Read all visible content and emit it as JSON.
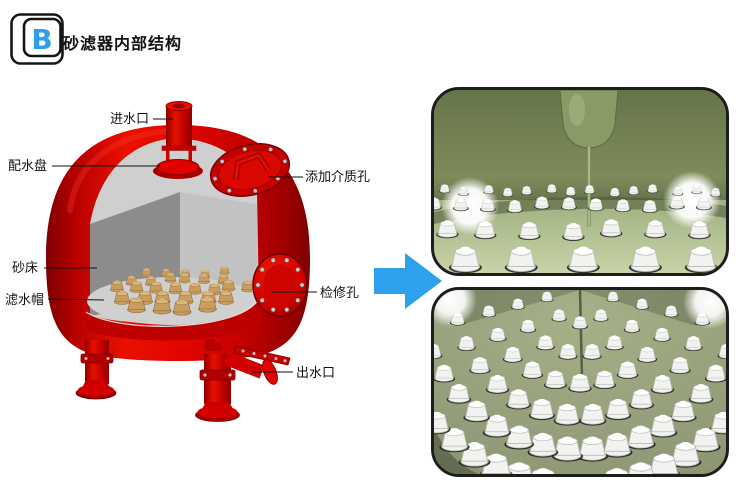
{
  "header": {
    "icon_letter": "B",
    "title": "砂滤器内部结构"
  },
  "diagram": {
    "labels": {
      "inlet": "进水口",
      "distribution_plate": "配水盘",
      "media_port": "添加介质孔",
      "sand_bed": "砂床",
      "filter_cap": "滤水帽",
      "inspection_port": "检修孔",
      "outlet": "出水口"
    },
    "colors": {
      "tank_red": "#DF0600",
      "tank_red_dark": "#8B0000",
      "interior_gray": "#CCCCCC",
      "interior_wall_dark": "#8C8C8C",
      "sand_cap_tan": "#C79E62",
      "label_text": "#111111"
    }
  },
  "arrow": {
    "color": "#2EA1EC",
    "direction": "right"
  },
  "photos": {
    "top": {
      "wall_color": "#74824F",
      "floor_color": "#BCC89B"
    },
    "bottom": {
      "floor_color": "#99A37E"
    }
  }
}
